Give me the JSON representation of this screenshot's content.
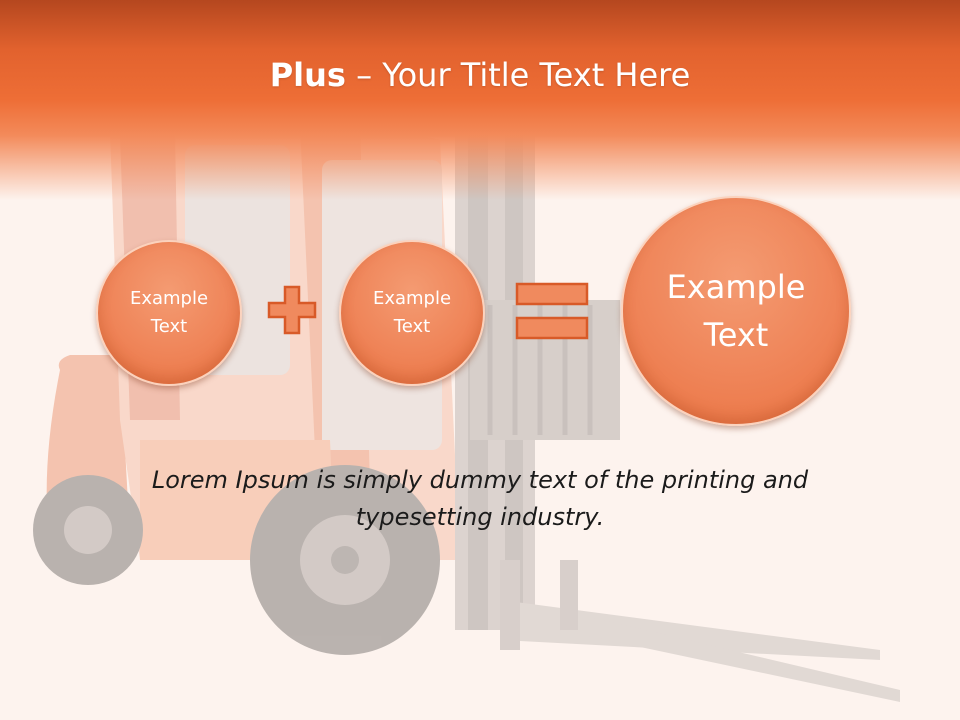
{
  "slide": {
    "title_bold": "Plus",
    "title_rest": " – Your Title Text Here",
    "circles": [
      {
        "label": "Example\nText"
      },
      {
        "label": "Example\nText"
      },
      {
        "label": "Example\nText"
      }
    ],
    "operators": [
      "plus-icon",
      "equals-icon"
    ],
    "body": "Lorem Ipsum is simply dummy text of the printing and typesetting industry."
  },
  "colors": {
    "accent": "#ee6e36",
    "header_dark": "#b5471f",
    "circle_fill": "#ef8458",
    "background": "#fdf3ee"
  },
  "background_image": "forklift-photo"
}
